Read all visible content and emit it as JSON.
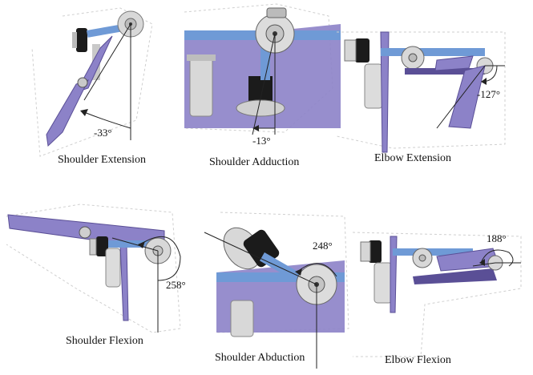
{
  "panels": [
    {
      "caption": "Shoulder Extension",
      "angle": "-33°"
    },
    {
      "caption": "Shoulder Adduction",
      "angle": "-13°"
    },
    {
      "caption": "Elbow Extension",
      "angle": "-127°"
    },
    {
      "caption": "Shoulder Flexion",
      "angle": "258°"
    },
    {
      "caption": "Shoulder Abduction",
      "angle": "248°"
    },
    {
      "caption": "Elbow Flexion",
      "angle": "188°"
    }
  ],
  "colors": {
    "arm_purple": "#8c82c8",
    "arm_dark": "#5a4f96",
    "link_blue": "#6f9ad6",
    "metal": "#c9c9c9",
    "motor_black": "#1b1b1b"
  }
}
